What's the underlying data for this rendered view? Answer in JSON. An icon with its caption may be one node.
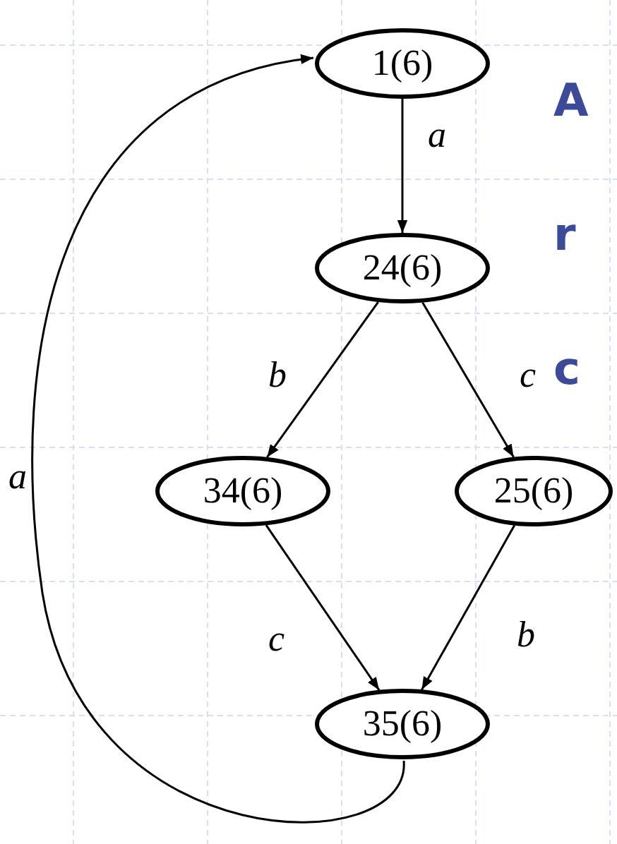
{
  "diagram": {
    "nodes": [
      {
        "text": [
          "1(6)"
        ]
      },
      {
        "text": [
          "24(6)"
        ]
      },
      {
        "text": [
          "34(6)"
        ]
      },
      {
        "text": [
          "25(6)"
        ]
      },
      {
        "text": [
          "35(6)"
        ]
      }
    ],
    "edges": [
      {
        "from": 0,
        "to": 1,
        "arrow": "to",
        "label": "a"
      },
      {
        "from": 1,
        "to": 2,
        "arrow": "to",
        "label": "b"
      },
      {
        "from": 1,
        "to": 3,
        "arrow": "to",
        "label": "c"
      },
      {
        "from": 2,
        "to": 4,
        "arrow": "to",
        "label": "c"
      },
      {
        "from": 3,
        "to": 4,
        "arrow": "to",
        "label": "b"
      },
      {
        "from": 4,
        "to": 0,
        "arrow": "to",
        "label": "a"
      }
    ],
    "labels": [
      "A",
      "r",
      "c"
    ]
  }
}
